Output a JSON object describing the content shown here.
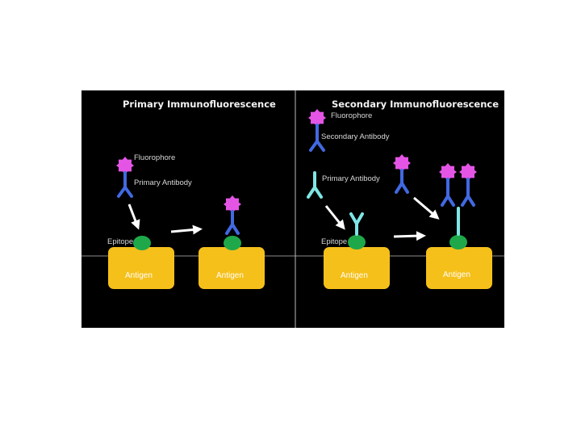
{
  "left_panel": {
    "title": "Primary Immunofluorescence",
    "labels": {
      "fluorophore": "Fluorophore",
      "primary_antibody": "Primary Antibody",
      "epitope": "Epitope",
      "antigen_1": "Antigen",
      "antigen_2": "Antigen"
    }
  },
  "right_panel": {
    "title": "Secondary Immunofluorescence",
    "labels": {
      "fluorophore": "Fluorophore",
      "secondary_antibody": "Secondary Antibody",
      "primary_antibody": "Primary Antibody",
      "epitope": "Epitope",
      "antigen_1": "Antigen",
      "antigen_2": "Antigen"
    }
  },
  "colors": {
    "background": "#000000",
    "antigen": "#f5c01a",
    "epitope": "#1fa84a",
    "primary_antibody_left": "#4169e1",
    "primary_antibody_right": "#7fe6e6",
    "secondary_antibody": "#4169e1",
    "fluorophore": "#e455e6",
    "arrow": "#ffffff",
    "divider": "#bbbbbb"
  }
}
